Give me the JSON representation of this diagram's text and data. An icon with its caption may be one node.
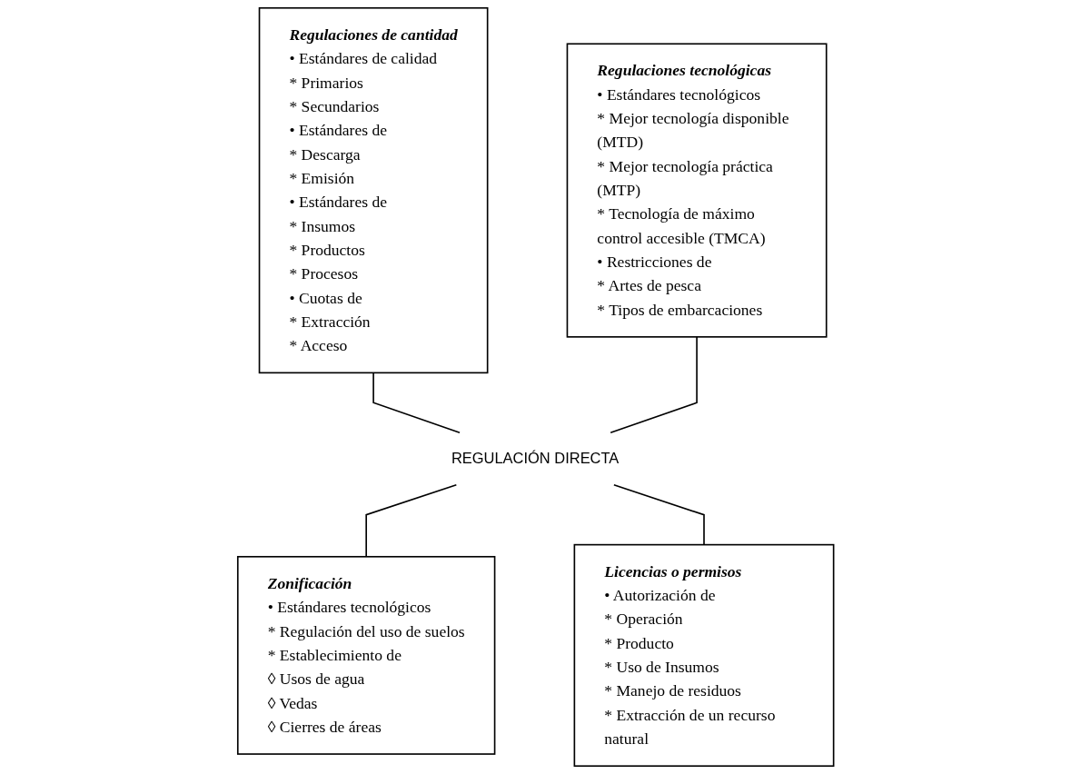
{
  "diagram": {
    "nodes": [
      {
        "text": [
          "Regulaciones de cantidad",
          "• Estándares de calidad",
          "* Primarios",
          "* Secundarios",
          "• Estándares de",
          "* Descarga",
          "* Emisión",
          "• Estándares de",
          "* Insumos",
          "* Productos",
          "* Procesos",
          "• Cuotas de",
          "* Extracción",
          "* Acceso"
        ]
      },
      {
        "text": [
          "Regulaciones tecnológicas",
          "• Estándares tecnológicos",
          "* Mejor tecnología disponible (MTD)",
          "* Mejor tecnología práctica (MTP)",
          "* Tecnología de máximo control accesible (TMCA)",
          "• Restricciones de",
          "* Artes de pesca",
          "* Tipos de embarcaciones"
        ]
      },
      {
        "text": [
          "REGULACIÓN DIRECTA"
        ]
      },
      {
        "text": [
          "Licencias o permisos",
          "• Autorización de",
          "* Operación",
          "* Producto",
          "* Uso de Insumos",
          "* Manejo de residuos",
          "* Extracción de un recurso natural"
        ]
      },
      {
        "text": [
          "Zonificación",
          "• Estándares tecnológicos",
          "* Regulación del uso de suelos",
          "* Establecimiento de",
          "◊ Usos de agua",
          "◊ Vedas",
          "◊ Cierres de áreas"
        ]
      }
    ],
    "edges": [
      {
        "from": 0,
        "to": 2,
        "arrow": "none"
      },
      {
        "from": 1,
        "to": 2,
        "arrow": "none"
      },
      {
        "from": 2,
        "to": 4,
        "arrow": "none"
      },
      {
        "from": 2,
        "to": 3,
        "arrow": "none"
      }
    ]
  }
}
